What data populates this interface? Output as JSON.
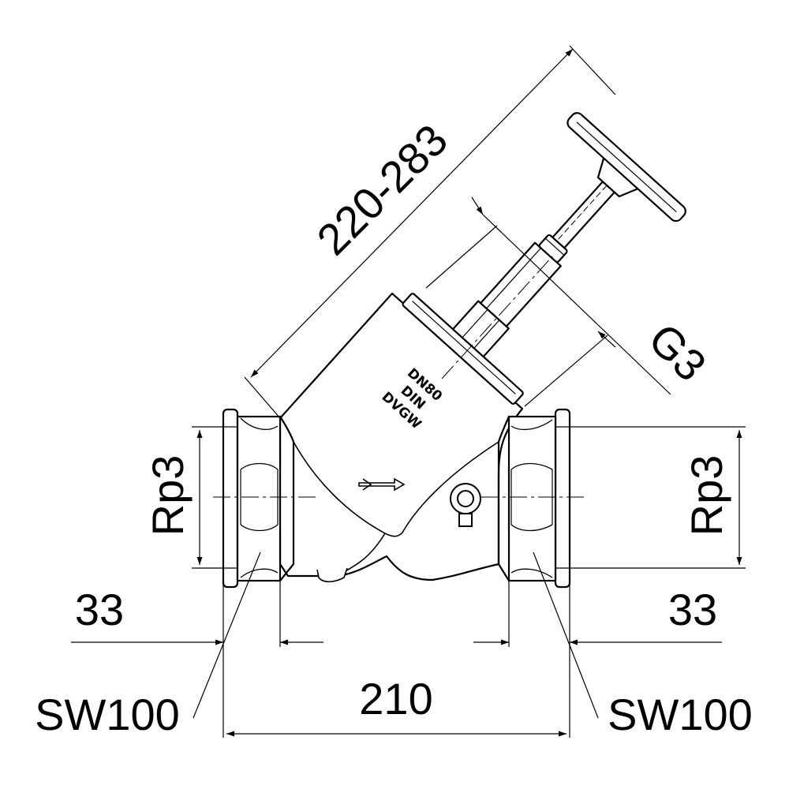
{
  "drawing": {
    "dimension_overall_length": "210",
    "dimension_left_thread_depth": "33",
    "dimension_right_thread_depth": "33",
    "dimension_height": "220-283",
    "left_thread": "Rp3",
    "right_thread": "Rp3",
    "bonnet_thread": "G3",
    "left_wrench_size": "SW100",
    "right_wrench_size": "SW100",
    "body_marking": [
      "DN80",
      "DIN",
      "DVGW"
    ],
    "line_color": "#000000",
    "background_color": "#ffffff"
  }
}
